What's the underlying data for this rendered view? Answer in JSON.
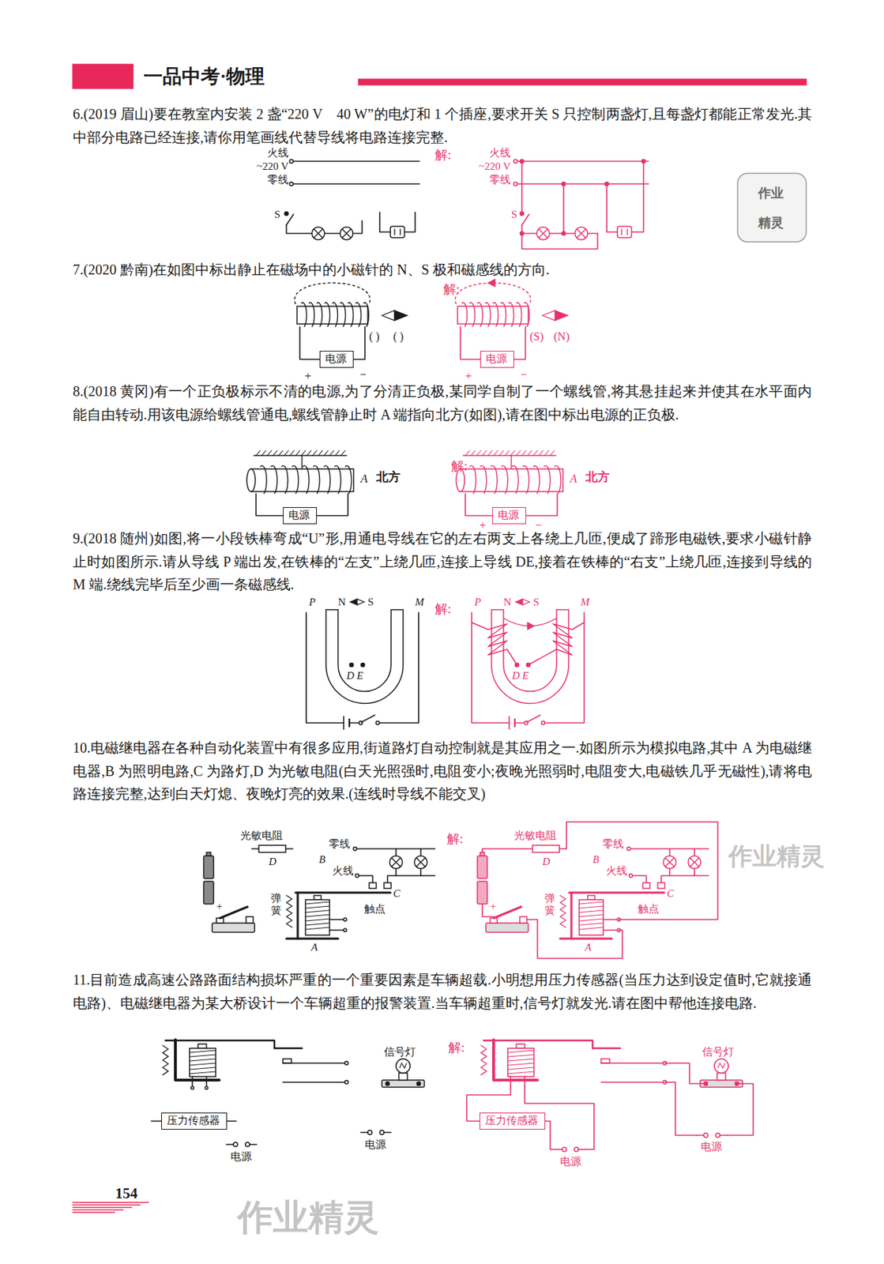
{
  "diagram": {
    "nodes": [
      {
        "text": [
          "电源"
        ]
      },
      {
        "text": [
          "电源"
        ]
      },
      {
        "text": [
          "电源"
        ]
      },
      {
        "text": [
          "电源"
        ]
      },
      {
        "text": [
          "压力传感器"
        ]
      },
      {
        "text": [
          "压力传感器"
        ]
      }
    ],
    "labels": [
      "一品中考·物理",
      "6.(2019 眉山)要在教室内安装 2 盏“220 V　40 W”的电灯和 1 个插座,要求开关 S 只控制两盏灯,且每盏灯都能正常发光.其中部分电路已经连接,请你用笔画线代替导线将电路连接完整.",
      "火线",
      "~220 V",
      "零线",
      "S",
      "解:",
      "火线",
      "~220 V",
      "零线",
      "S",
      "作业",
      "精灵",
      "7.(2020 黔南)在如图中标出静止在磁场中的小磁针的 N、S 极和磁感线的方向.",
      "( )",
      "( )",
      "解:",
      "(S)",
      "(N)",
      "+",
      "−",
      "+",
      "−",
      "8.(2018 黄冈)有一个正负极标示不清的电源,为了分清正负极,某同学自制了一个螺线管,将其悬挂起来并使其在水平面内能自由转动.用该电源给螺线管通电,螺线管静止时 A 端指向北方(如图),请在图中标出电源的正负极.",
      "A",
      "北方",
      "解:",
      "A",
      "北方",
      "+",
      "−",
      "9.(2018 随州)如图,将一小段铁棒弯成“U”形,用通电导线在它的左右两支上各绕上几匝,便成了蹄形电磁铁,要求小磁针静止时如图所示.请从导线 P 端出发,在铁棒的“左支”上绕几匝,连接上导线 DE,接着在铁棒的“右支”上绕几匝,连接到导线的 M 端.绕线完毕后至少画一条磁感线.",
      "P",
      "N",
      "S",
      "M",
      "D E",
      "解:",
      "P",
      "N",
      "S",
      "M",
      "D E",
      "10.电磁继电器在各种自动化装置中有很多应用,街道路灯自动控制就是其应用之一.如图所示为模拟电路,其中 A 为电磁继电器,B 为照明电路,C 为路灯,D 为光敏电阻(白天光照强时,电阻变小;夜晚光照弱时,电阻变大,电磁铁几乎无磁性),请将电路连接完整,达到白天灯熄、夜晚灯亮的效果.(连线时导线不能交叉)",
      "光敏电阻",
      "D",
      "零线",
      "B",
      "火线",
      "C",
      "弹簧",
      "触点",
      "A",
      "+",
      "解:",
      "光敏电阻",
      "D",
      "零线",
      "B",
      "火线",
      "C",
      "弹簧",
      "触点",
      "A",
      "+",
      "作业精灵",
      "11.目前造成高速公路路面结构损坏严重的一个重要因素是车辆超载.小明想用压力传感器(当压力达到设定值时,它就接通电路)、电磁继电器为某大桥设计一个车辆超重的报警装置.当车辆超重时,信号灯就发光.请在图中帮他连接电路.",
      "信号灯",
      "电源",
      "电源",
      "解:",
      "信号灯",
      "电源",
      "电源",
      "作业精灵",
      "154"
    ]
  }
}
